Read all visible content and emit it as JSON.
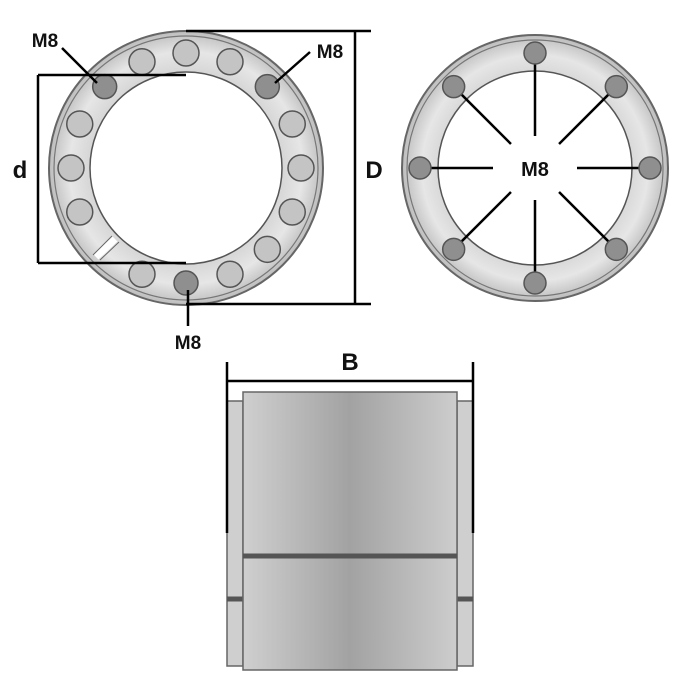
{
  "front_view": {
    "labels": {
      "bolt_top_left": "M8",
      "bolt_top_right": "M8",
      "bolt_bottom": "M8",
      "inner_diameter": "d",
      "outer_diameter": "D"
    },
    "hole_count_positions": 16,
    "threaded_hole_indices": [
      2,
      8,
      14
    ],
    "slit_position_index": 10
  },
  "rear_view": {
    "labels": {
      "bolt_center": "M8"
    },
    "bolt_count": 8
  },
  "side_view": {
    "labels": {
      "width": "B"
    }
  },
  "colors": {
    "ring_fill": "#c9c9c9",
    "ring_stroke": "#555555",
    "hole_fill": "#c4c4c4",
    "bolt_fill": "#8f8f8f",
    "dimension_line": "#000000"
  }
}
